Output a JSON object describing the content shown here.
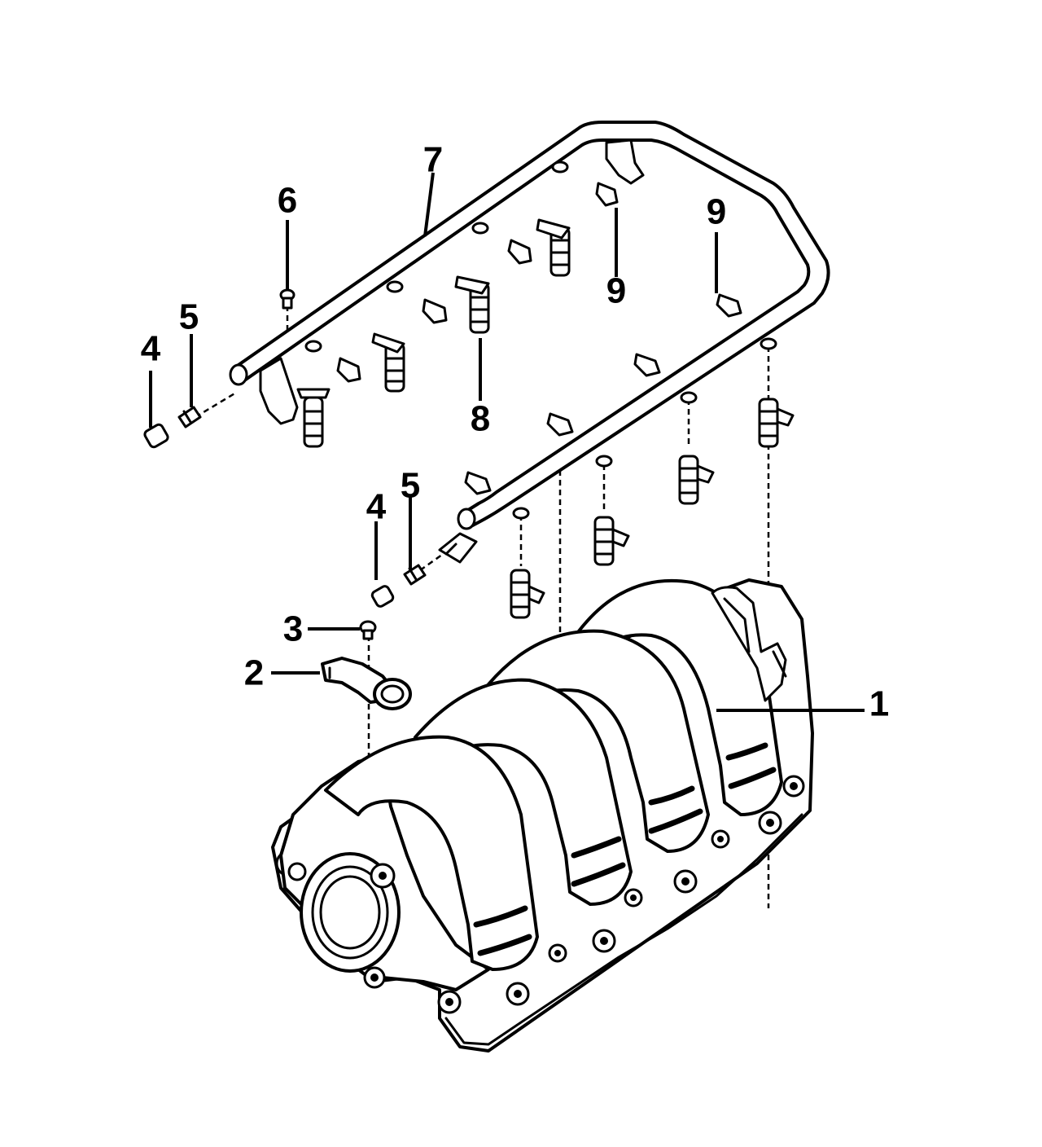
{
  "callouts": [
    {
      "label": "1"
    },
    {
      "label": "2"
    },
    {
      "label": "3"
    },
    {
      "label": "4"
    },
    {
      "label": "5"
    },
    {
      "label": "6"
    },
    {
      "label": "7"
    },
    {
      "label": "8"
    },
    {
      "label": "9"
    },
    {
      "label": "4"
    },
    {
      "label": "5"
    },
    {
      "label": "9"
    }
  ]
}
